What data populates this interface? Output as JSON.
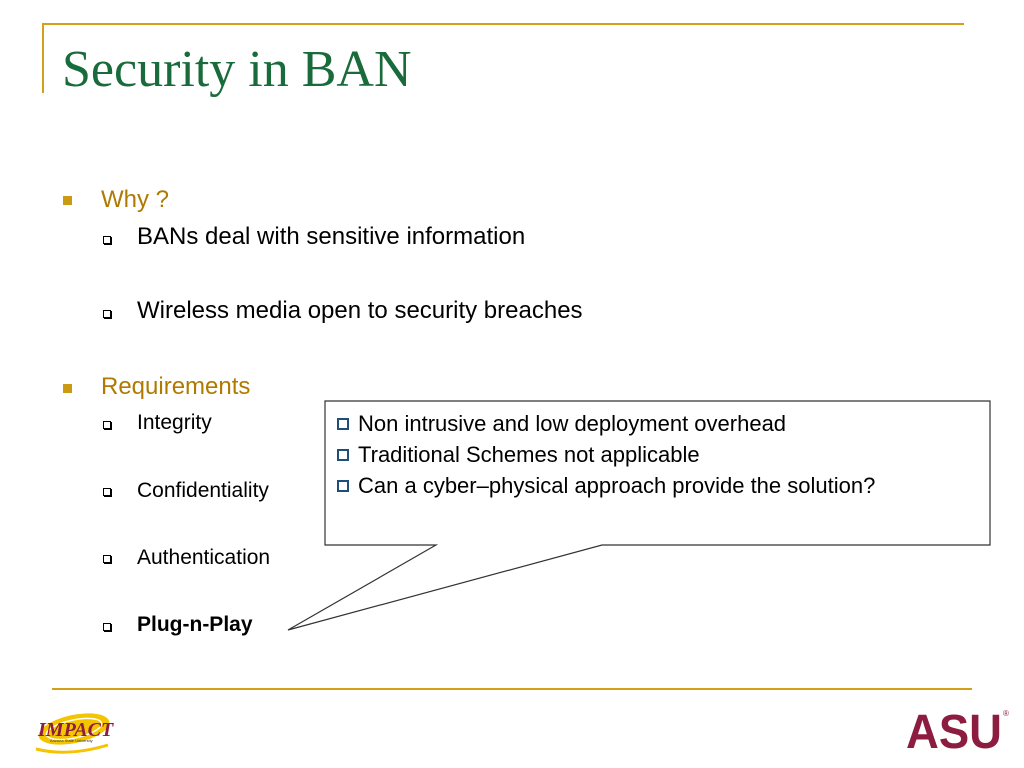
{
  "slide": {
    "title": "Security in BAN",
    "sections": [
      {
        "heading": "Why ?",
        "items": [
          "BANs deal with sensitive information",
          "Wireless media open to security breaches"
        ]
      },
      {
        "heading": "Requirements",
        "items": [
          "Integrity",
          "Confidentiality",
          "Authentication",
          "Plug-n-Play"
        ]
      }
    ],
    "callout": {
      "items": [
        "Non intrusive and low deployment overhead",
        "Traditional Schemes not applicable",
        "Can a cyber–physical approach provide the solution?"
      ]
    }
  },
  "logos": {
    "left_text": "IMPACT",
    "left_subtext": "Arizona State University",
    "right_text": "ASU",
    "right_mark": "®"
  },
  "colors": {
    "title": "#1a6b3c",
    "accent": "#d4a017",
    "heading": "#b07a00",
    "asu_maroon": "#8c1d40"
  }
}
